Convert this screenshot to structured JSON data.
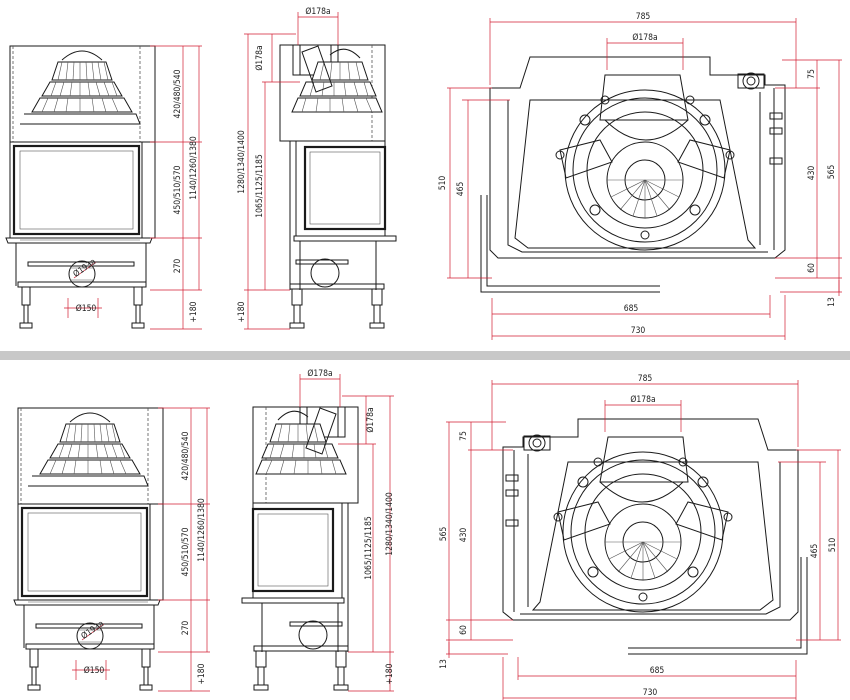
{
  "colors": {
    "dimension": "#d21e32",
    "line": "#1a1a1a",
    "separator": "#c8c8c8"
  },
  "top": {
    "front": {
      "h_window": "450/510/570",
      "h_hood": "420/480/540",
      "h_total": "1140/1260/1380",
      "h_base": "270",
      "h_feet": "+180",
      "d_inlet": "Ø193a",
      "d_outlet": "Ø150"
    },
    "side": {
      "d_flue_top": "Ø178a",
      "d_flue_side": "Ø178a",
      "h_total": "1280/1340/1400",
      "h_mid": "1065/1125/1185",
      "h_feet": "+180"
    },
    "plan": {
      "w_total": "785",
      "d_flue": "Ø178a",
      "d_75": "75",
      "d_430": "430",
      "d_565": "565",
      "d_60": "60",
      "d_13": "13",
      "d_510": "510",
      "d_465": "465",
      "w_685": "685",
      "w_730": "730"
    }
  },
  "bottom": {
    "front": {
      "h_window": "450/510/570",
      "h_hood": "420/480/540",
      "h_total": "1140/1260/1380",
      "h_base": "270",
      "h_feet": "+180",
      "d_inlet": "Ø193a",
      "d_outlet": "Ø150"
    },
    "side": {
      "d_flue_top": "Ø178a",
      "d_flue_side": "Ø178a",
      "h_total": "1280/1340/1400",
      "h_mid": "1065/1125/1185",
      "h_feet": "+180"
    },
    "plan": {
      "w_total": "785",
      "d_flue": "Ø178a",
      "d_75": "75",
      "d_430": "430",
      "d_565": "565",
      "d_60": "60",
      "d_13": "13",
      "d_510": "510",
      "d_465": "465",
      "w_685": "685",
      "w_730": "730"
    }
  }
}
